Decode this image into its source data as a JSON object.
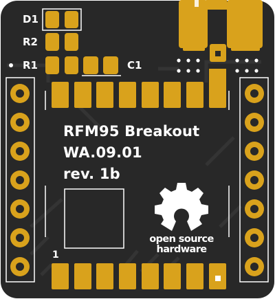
{
  "silkscreen": {
    "title": "RFM95 Breakout",
    "part_number": "WA.09.01",
    "revision": "rev. 1b",
    "pin1_marker": "1",
    "refdes": {
      "d1": "D1",
      "r2": "R2",
      "r1": "R1",
      "c1": "C1"
    },
    "logo": {
      "name": "open-source-hardware-logo",
      "line1": "open source",
      "line2": "hardware"
    }
  },
  "colors": {
    "board": "#2a2a2a",
    "copper_pad": "#d9a21c",
    "silkscreen": "#ffffff",
    "trace": "#3a3a3a"
  },
  "components": {
    "left_header_pins": 7,
    "right_header_pins": 7,
    "top_module_pads": 8,
    "bottom_module_pads": 8
  }
}
